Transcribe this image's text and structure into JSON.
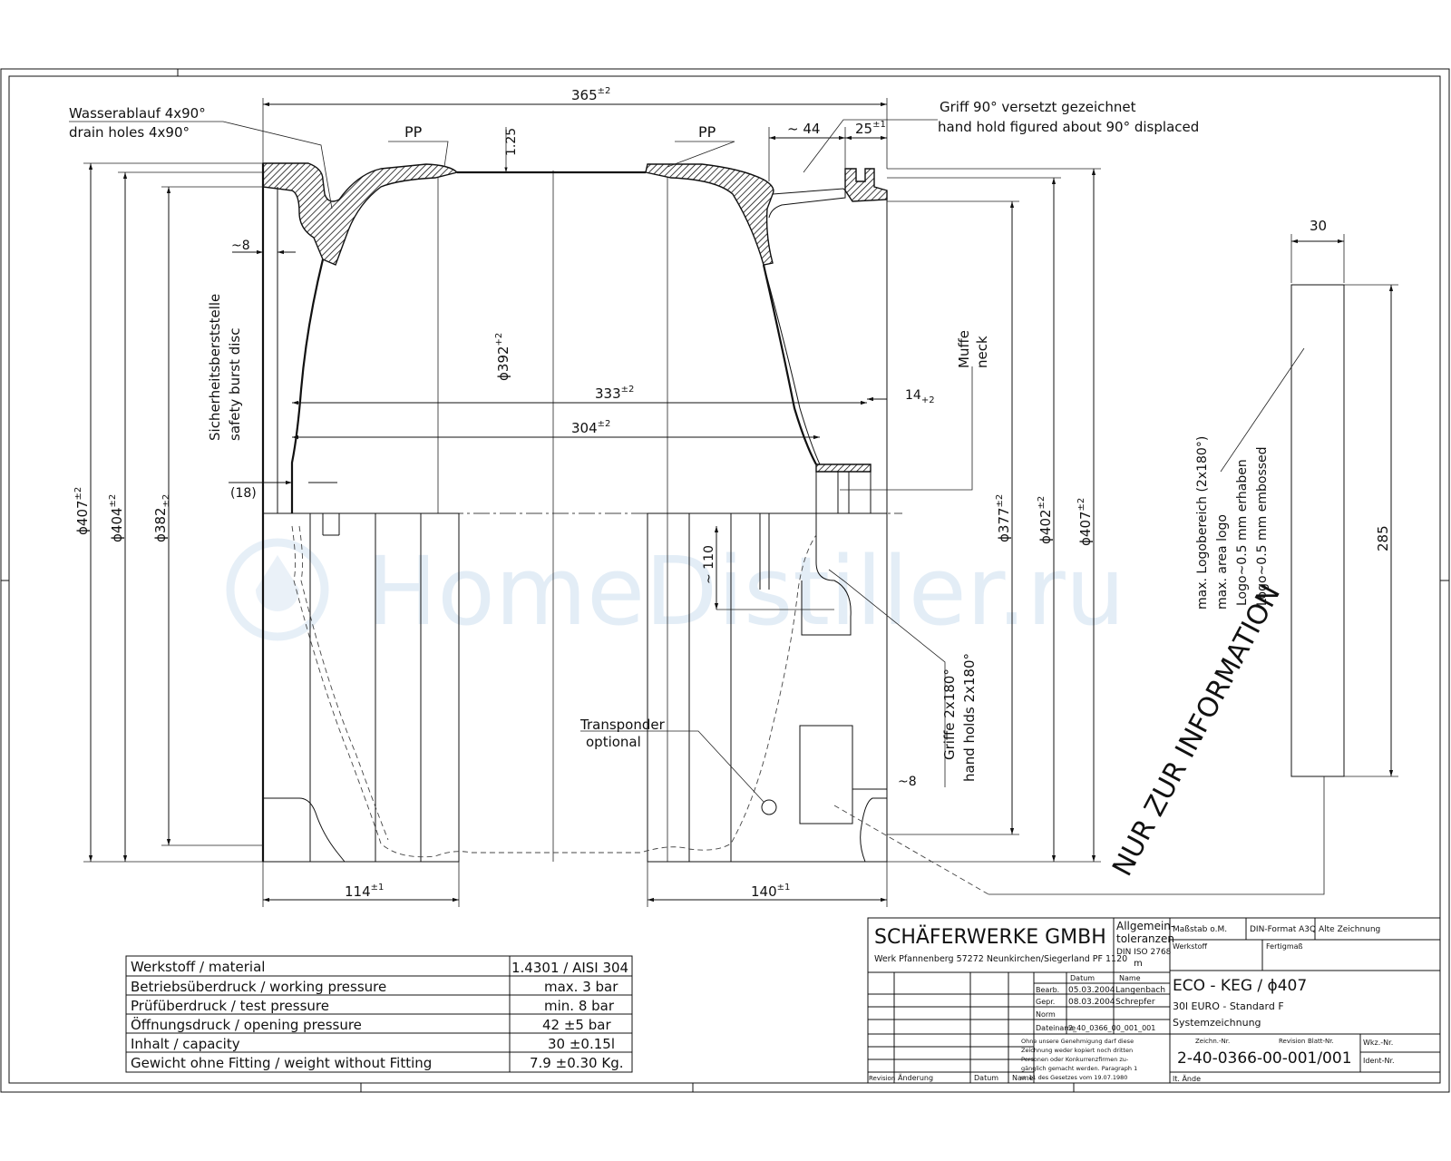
{
  "drawing": {
    "dimensions": {
      "overall_width": "365",
      "overall_width_tol": "±2",
      "dim_125": "1.25",
      "dim_44": "~ 44",
      "dim_25": "25",
      "dim_25_tol": "±1",
      "dim_8_top": "~8",
      "dim_392": "ϕ392",
      "dim_392_tol": "+2",
      "dim_333": "333",
      "dim_333_tol": "±2",
      "dim_304": "304",
      "dim_304_tol": "±2",
      "dim_14": "14",
      "dim_14_tol": "+2",
      "dim_18": "(18)",
      "dim_407_left": "ϕ407",
      "dim_407_left_tol": "±2",
      "dim_404": "ϕ404",
      "dim_404_tol": "±2",
      "dim_382": "ϕ382",
      "dim_382_tol": "±2",
      "dim_377": "ϕ377",
      "dim_377_tol": "±2",
      "dim_402": "ϕ402",
      "dim_402_tol": "±2",
      "dim_407_right": "ϕ407",
      "dim_407_right_tol": "±2",
      "dim_110": "~ 110",
      "dim_8_bottom": "~8",
      "dim_114": "114",
      "dim_114_tol": "±1",
      "dim_140": "140",
      "dim_140_tol": "±1",
      "dim_30": "30",
      "dim_285": "285"
    },
    "labels": {
      "drain_de": "Wasserablauf 4x90°",
      "drain_en": "drain holes 4x90°",
      "pp_left": "PP",
      "pp_right": "PP",
      "handhold_de": "Griff 90° versetzt gezeichnet",
      "handhold_en": "hand hold figured about 90° displaced",
      "burst_de": "Sicherheitsberststelle",
      "burst_en": "safety burst disc",
      "neck_de": "Muffe",
      "neck_en": "neck",
      "handles_de": "Griffe 2x180°",
      "handles_en": "hand holds 2x180°",
      "transponder_1": "Transponder",
      "transponder_2": "optional",
      "logo_1": "max. Logobereich (2x180°)",
      "logo_2": "max. area logo",
      "logo_3": "Logo~0.5 mm erhaben",
      "logo_4": "Logo~0.5 mm embossed",
      "stamp": "NUR ZUR INFORMATION"
    },
    "watermark": "HomeDistiller.ru"
  },
  "spec_table": {
    "rows": [
      {
        "label": "Werkstoff / material",
        "value": "1.4301 / AISI 304"
      },
      {
        "label": "Betriebsüberdruck / working pressure",
        "value": "max. 3 bar"
      },
      {
        "label": "Prüfüberdruck /   test pressure",
        "value": "min. 8 bar"
      },
      {
        "label": "Öffnungsdruck /   opening pressure",
        "value": "42 ±5  bar"
      },
      {
        "label": "Inhalt / capacity",
        "value": "30 ±0.15l"
      },
      {
        "label": "Gewicht ohne Fitting  /  weight without Fitting",
        "value": "7.9 ±0.30 Kg."
      }
    ]
  },
  "title_block": {
    "company": "SCHÄFERWERKE GMBH",
    "address": "Werk Pfannenberg 57272 Neunkirchen/Siegerland PF 1120",
    "tolerance_1": "Allgemein-",
    "tolerance_2": "toleranzen",
    "tolerance_3": "DIN ISO 2768",
    "tolerance_4": "m",
    "scale": "Maßstab o.M.",
    "format": "DIN-Format A3Q",
    "old_drawing": "Alte Zeichnung",
    "material_lbl": "Werkstoff",
    "finish_lbl": "Fertigmaß",
    "col_datum": "Datum",
    "col_name": "Name",
    "row_bearb": "Bearb.",
    "row_gepr": "Gepr.",
    "row_norm": "Norm",
    "row_dateiname": "Dateiname",
    "bearb_date": "05.03.2004",
    "bearb_name": "Langenbach",
    "gepr_date": "08.03.2004",
    "gepr_name": "Schrepfer",
    "filename": "2_40_0366_00_001_001",
    "product": "ECO - KEG / ϕ407",
    "subtitle": "30l EURO - Standard F",
    "system": "Systemzeichnung",
    "zeichn_lbl": "Zeichn.-Nr.",
    "revision_lbl": "Revision",
    "blatt_lbl": "Blatt-Nr.",
    "drawing_no": "2-40-0366-00-001/001",
    "wkz_lbl": "Wkz.-Nr.",
    "ident_lbl": "Ident-Nr.",
    "legal_1": "Ohne unsere Genehmigung darf diese",
    "legal_2": "Zeichnung weder kopiert noch dritten",
    "legal_3": "Personen oder Konkurrenzfirmen zu-",
    "legal_4": "gänglich gemacht werden. Paragraph 1",
    "legal_5": "u. 11 des Gesetzes vom 19.07.1980",
    "rev_lbl": "Revision",
    "change_lbl": "Änderung",
    "datum_lbl": "Datum",
    "name_lbl": "Name",
    "replace_lbl": "lt. Ände"
  }
}
